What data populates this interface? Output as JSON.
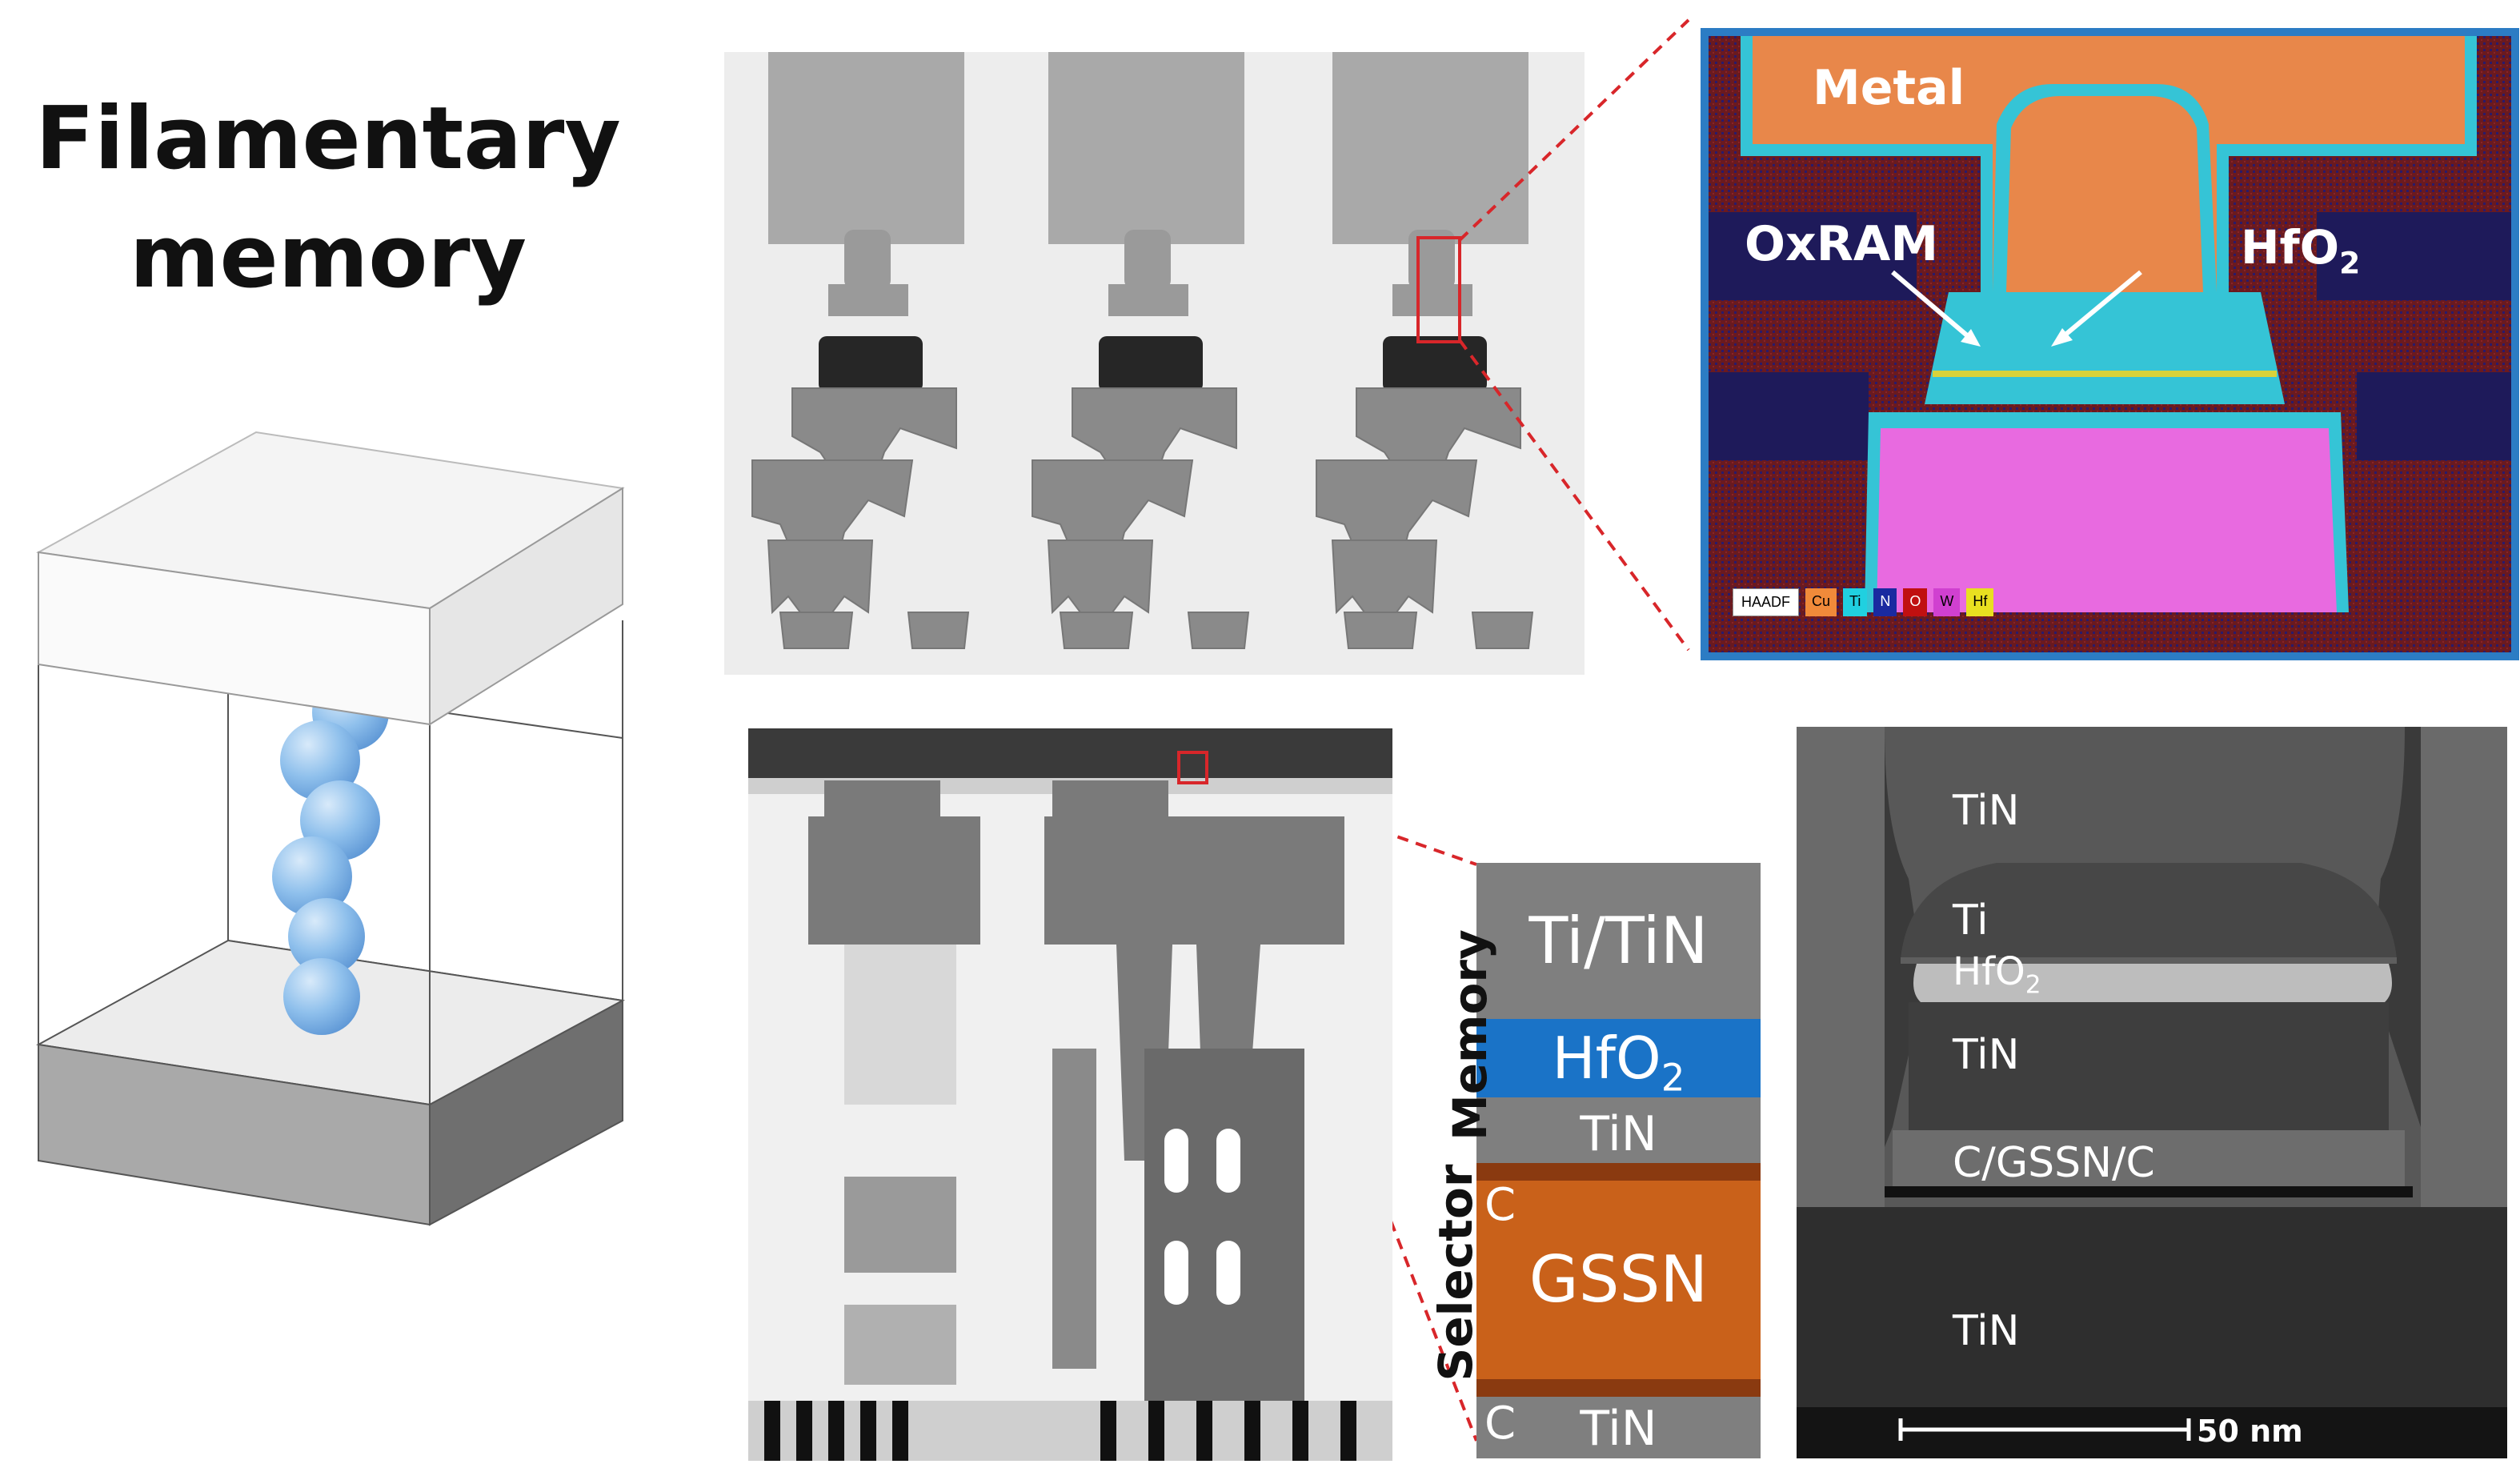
{
  "title": {
    "line1": "Filamentary",
    "line2": "memory"
  },
  "eds_image": {
    "metal_label": "Metal",
    "oxram_label": "OxRAM",
    "hfo2_label": "HfO",
    "hfo2_sub": "2",
    "legend": [
      "HAADF",
      "Cu",
      "Ti",
      "N",
      "O",
      "W",
      "Hf"
    ],
    "legend_colors": [
      "#ffffff",
      "#f08a3a",
      "#20d0e0",
      "#1a2aa0",
      "#c01010",
      "#d040d0",
      "#e8e020"
    ]
  },
  "stack": {
    "memory_label": "Memory",
    "selector_label": "Selector",
    "layers": [
      "Ti/TiN",
      "HfO",
      "TiN",
      "GSSN",
      "TiN"
    ],
    "hfo2_sub": "2",
    "c_label": "C",
    "colors": {
      "grey": "#7f7f7f",
      "blue": "#1a73c7",
      "orange": "#c9611a",
      "dark_orange": "#8a3a10"
    }
  },
  "tem_zoom": {
    "labels": [
      "TiN",
      "Ti",
      "HfO",
      "TiN",
      "C/GSSN/C",
      "TiN"
    ],
    "hfo2_sub": "2",
    "scale_label": "50 nm"
  }
}
